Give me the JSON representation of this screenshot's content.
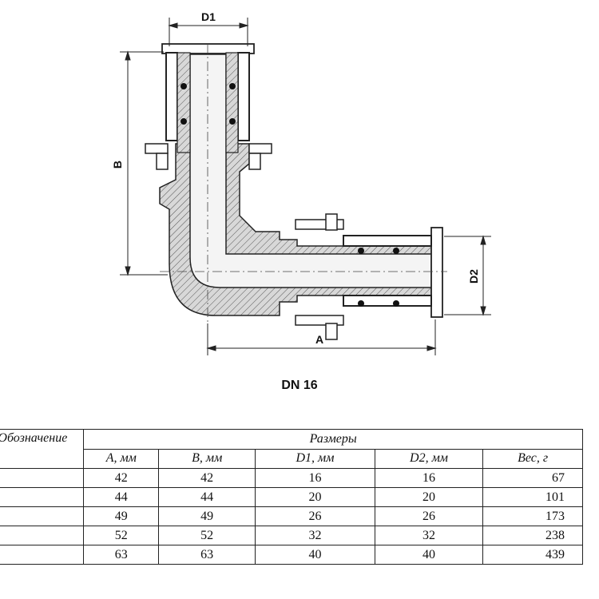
{
  "drawing": {
    "labels": {
      "d1": "D1",
      "d2": "D2",
      "a": "A",
      "b": "B"
    }
  },
  "caption": "DN 16",
  "table": {
    "corner": "Обозначение",
    "group_header": "Размеры",
    "columns": [
      "A, мм",
      "B, мм",
      "D1, мм",
      "D2, мм",
      "Вес, г"
    ],
    "rows": [
      [
        "",
        "42",
        "42",
        "16",
        "16",
        "67"
      ],
      [
        "",
        "44",
        "44",
        "20",
        "20",
        "101"
      ],
      [
        "",
        "49",
        "49",
        "26",
        "26",
        "173"
      ],
      [
        "",
        "52",
        "52",
        "32",
        "32",
        "238"
      ],
      [
        "",
        "63",
        "63",
        "40",
        "40",
        "439"
      ]
    ]
  }
}
